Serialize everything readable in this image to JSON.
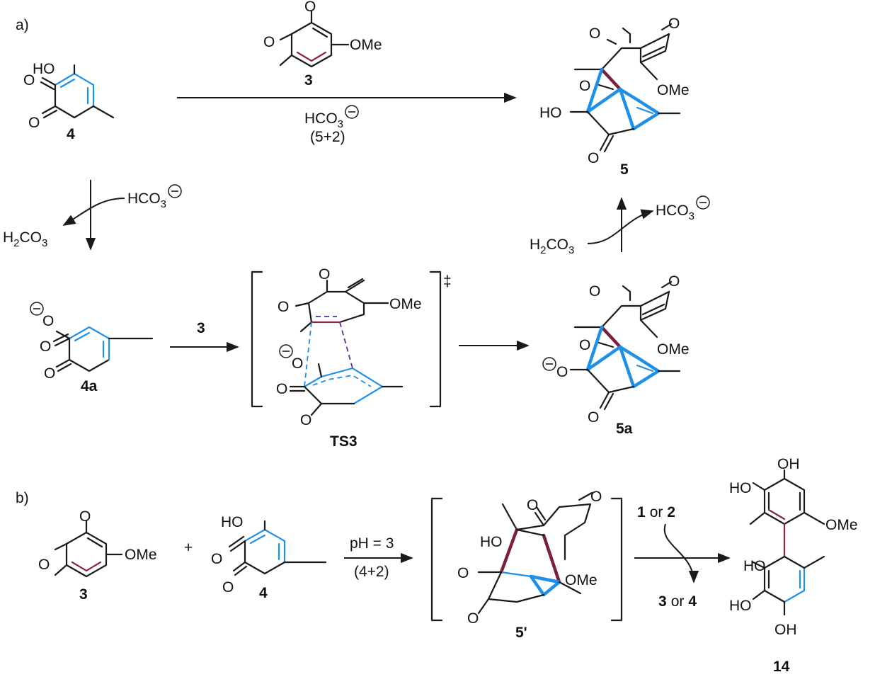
{
  "panels": {
    "a": "a)",
    "b": "b)"
  },
  "compounds": {
    "c3": "3",
    "c4": "4",
    "c4a": "4a",
    "c5": "5",
    "c5a": "5a",
    "ts3": "TS3",
    "c5p": "5'",
    "c14": "14"
  },
  "groups": {
    "O": "O",
    "HO": "HO",
    "OH": "OH",
    "OMe": "OMe",
    "minus": "−",
    "ddagger": "‡"
  },
  "reagents": {
    "hco3": "HCO",
    "sub3": "3",
    "h2co3_h": "H",
    "sub2": "2",
    "h2co3_co": "CO",
    "mode_52": "(5+2)",
    "mode_42": "(4+2)",
    "ph": "pH = 3",
    "arrow_over_3": "3",
    "or": "or",
    "b1": "1",
    "b2": "2",
    "b3": "3",
    "b4": "4"
  },
  "colors": {
    "ring_blue": "#1e90e8",
    "ring_maroon": "#8b2252",
    "ts_purple": "#5a2d8c",
    "ink": "#111111"
  }
}
